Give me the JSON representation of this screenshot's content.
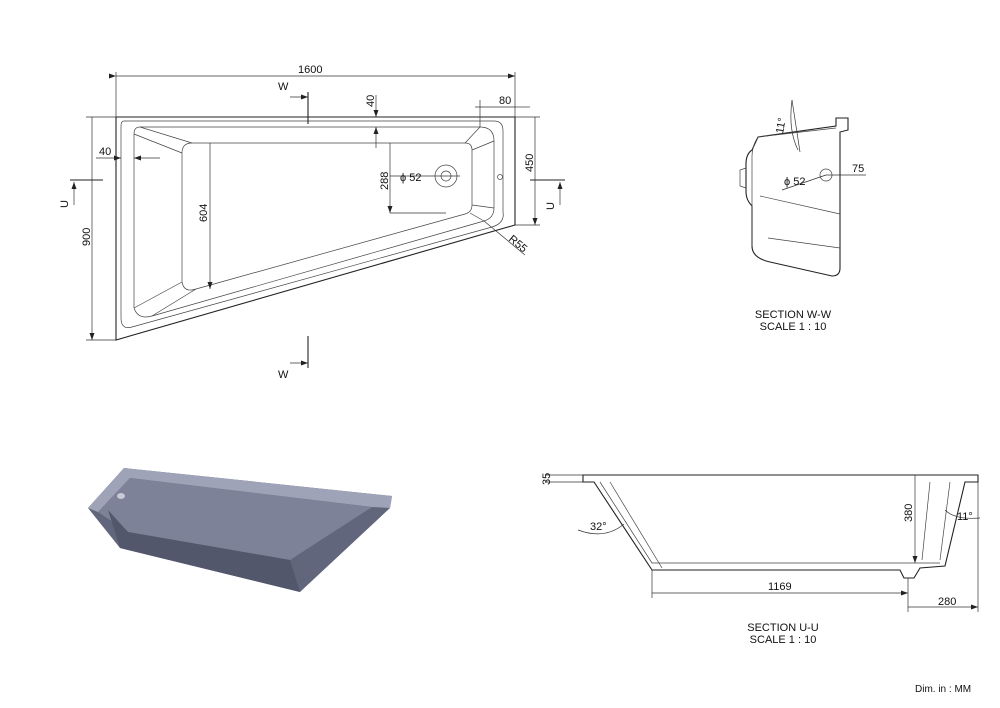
{
  "plan": {
    "dim_length": "1600",
    "dim_width": "900",
    "dim_rim": "40",
    "dim_left_rim": "40",
    "dim_corner": "80",
    "dim_end_height": "450",
    "dim_waste_offset": "288",
    "dim_inner_depth": "604",
    "waste_diameter": "ϕ 52",
    "radius": "R55",
    "cut_w_top": "W",
    "cut_w_bottom": "W",
    "cut_u_left": "U",
    "cut_u_right": "U"
  },
  "section_w": {
    "angle": "11°",
    "waste_diameter": "ϕ 52",
    "dim_75": "75",
    "title": "SECTION W-W",
    "scale": "SCALE 1 : 10"
  },
  "section_u": {
    "dim_35": "35",
    "dim_380": "380",
    "angle_left": "32°",
    "angle_right": "11°",
    "dim_1169": "1169",
    "dim_280": "280",
    "title": "SECTION U-U",
    "scale": "SCALE 1 : 10"
  },
  "footer": {
    "units": "Dim. in :  MM"
  },
  "colors": {
    "render_top": "#8a8fa6",
    "render_side": "#5f6379",
    "render_inner": "#7c8199"
  }
}
